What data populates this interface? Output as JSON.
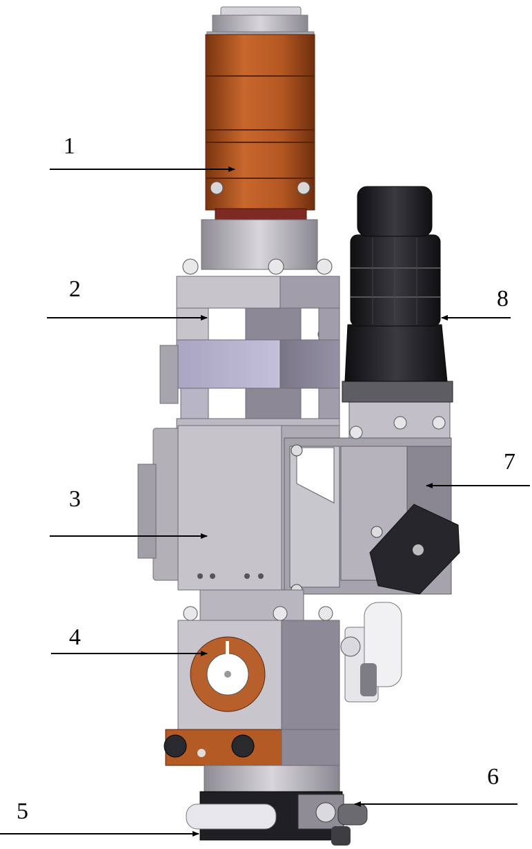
{
  "diagram": {
    "callouts": [
      {
        "id": "1",
        "label": "1"
      },
      {
        "id": "2",
        "label": "2"
      },
      {
        "id": "3",
        "label": "3"
      },
      {
        "id": "4",
        "label": "4"
      },
      {
        "id": "5",
        "label": "5"
      },
      {
        "id": "6",
        "label": "6"
      },
      {
        "id": "7",
        "label": "7"
      },
      {
        "id": "8",
        "label": "8"
      }
    ],
    "colors": {
      "copper": "#b85a24",
      "copper_dark": "#7e3410",
      "steel_light": "#c9c6cd",
      "steel_mid": "#9e9aa6",
      "steel_dark": "#6f6b78",
      "block_blue": "#b7b3d0",
      "black_body": "#1e1e22",
      "arrow": "#000000"
    }
  }
}
